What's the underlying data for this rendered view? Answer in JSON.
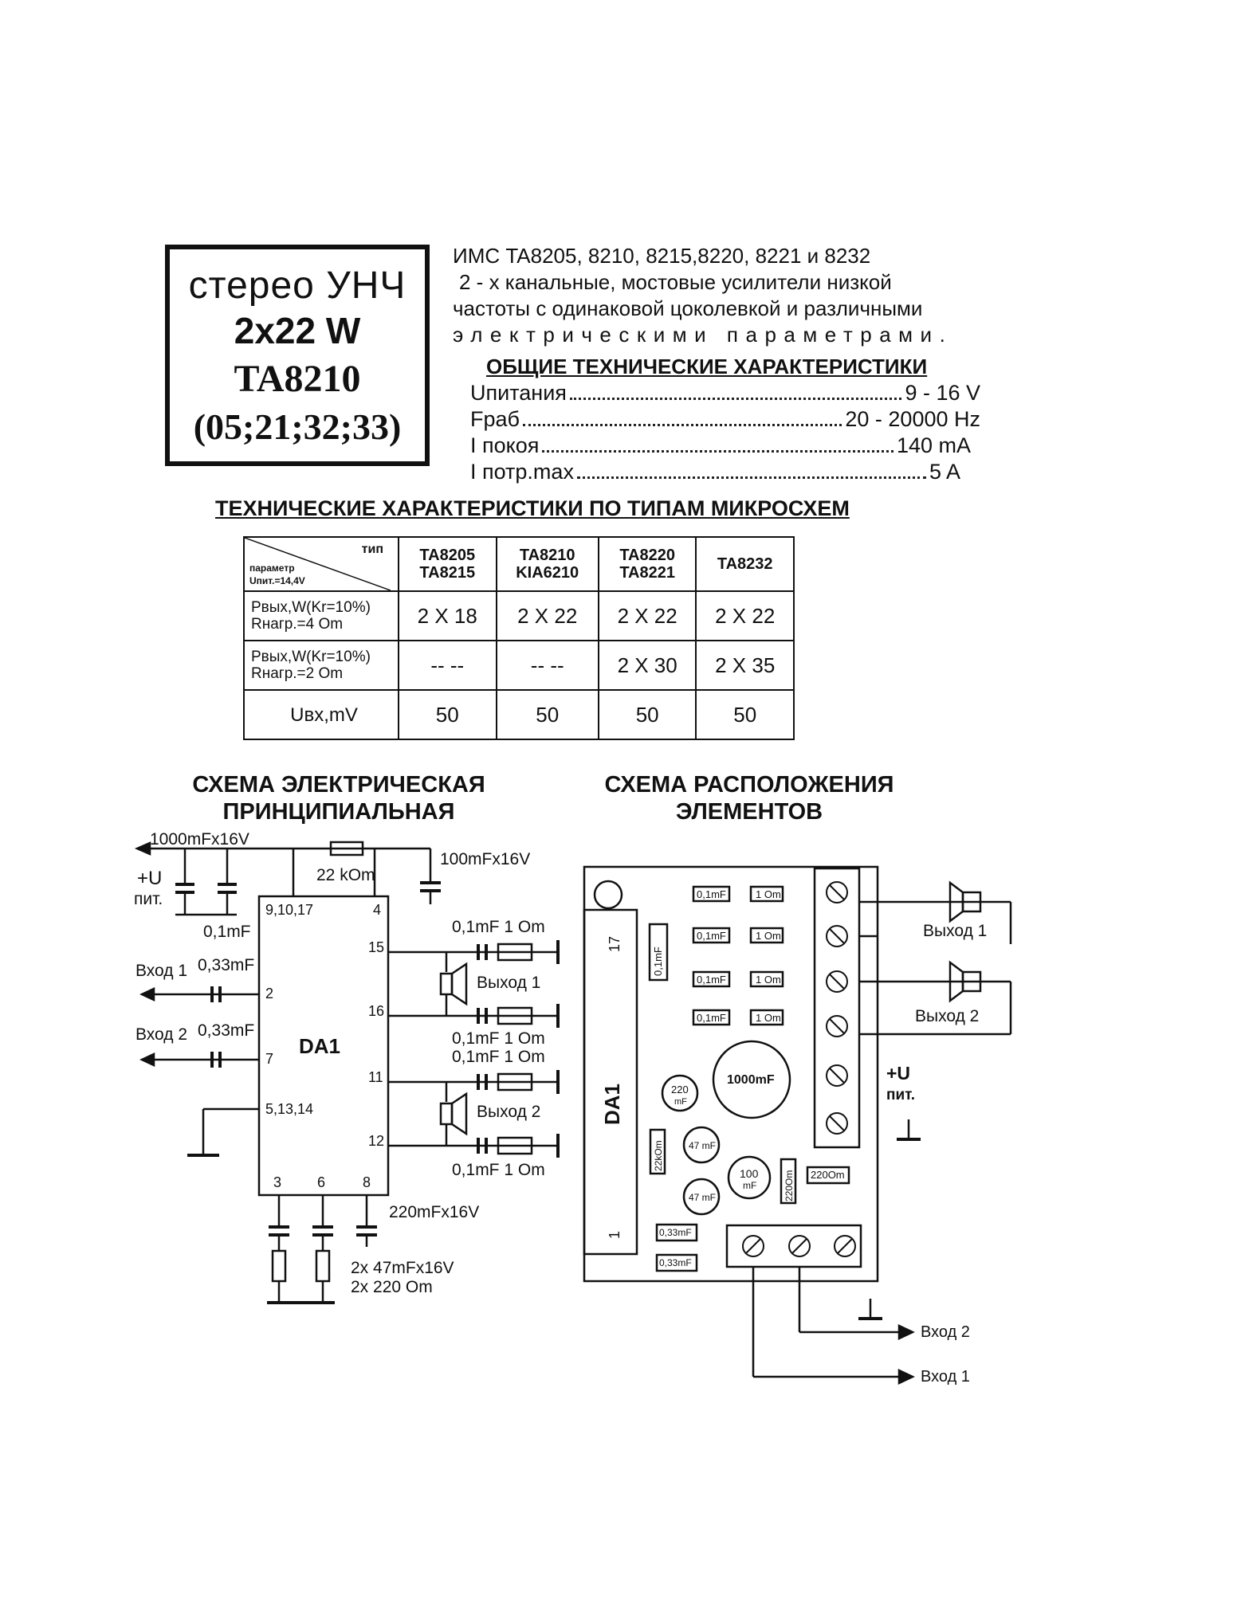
{
  "title_box": {
    "line1": "стерео УНЧ",
    "line2": "2x22 W",
    "line3": "TA8210",
    "line4": "(05;21;32;33)"
  },
  "intro": {
    "line1": "ИМС   TA8205, 8210, 8215,8220, 8221 и 8232",
    "line2": "2 - х канальные, мостовые усилители  низкой",
    "line3": "частоты с одинаковой цоколевкой и различными",
    "line4": "электрическими параметрами."
  },
  "general_specs": {
    "heading": "ОБЩИЕ ТЕХНИЧЕСКИЕ ХАРАКТЕРИСТИКИ",
    "rows": [
      {
        "label": "Uпитания",
        "value": "9 - 16 V"
      },
      {
        "label": "Fраб",
        "value": "20 - 20000 Hz"
      },
      {
        "label": "I покоя",
        "value": "140 mA"
      },
      {
        "label": "I потр.max",
        "value": "5 A"
      }
    ]
  },
  "table": {
    "heading": "ТЕХНИЧЕСКИЕ ХАРАКТЕРИСТИКИ ПО ТИПАМ МИКРОСХЕМ",
    "corner_type": "тип",
    "corner_param": "параметр",
    "corner_u": "Uпит.=14,4V",
    "columns": [
      {
        "line1": "TA8205",
        "line2": "TA8215"
      },
      {
        "line1": "TA8210",
        "line2": "KIA6210"
      },
      {
        "line1": "TA8220",
        "line2": "TA8221"
      },
      {
        "line1": "TA8232",
        "line2": ""
      }
    ],
    "rows": [
      {
        "param1": "Pвых,W(Kr=10%)",
        "param2": "Rнагр.=4 Om",
        "values": [
          "2 X 18",
          "2 X 22",
          "2 X 22",
          "2 X 22"
        ]
      },
      {
        "param1": "Pвых,W(Kr=10%)",
        "param2": "Rнагр.=2 Om",
        "values": [
          "-- --",
          "-- --",
          "2 X 30",
          "2 X 35"
        ]
      },
      {
        "param1": "Uвх,mV",
        "param2": "",
        "values": [
          "50",
          "50",
          "50",
          "50"
        ]
      }
    ]
  },
  "schematic": {
    "title1": "СХЕМА ЭЛЕКТРИЧЕСКАЯ",
    "title2": "ПРИНЦИПИАЛЬНАЯ",
    "c_supply": "1000mFx16V",
    "c_100": "100mFx16V",
    "r_22k": "22 kOm",
    "plus_u": "+U",
    "pit": "пит.",
    "c_01": "0,1mF",
    "pins_top": "9,10,17",
    "pin4": "4",
    "pin15": "15",
    "pin16": "16",
    "pin11": "11",
    "pin12": "12",
    "pin2": "2",
    "pin7": "7",
    "pins_gnd": "5,13,14",
    "pin3": "3",
    "pin6": "6",
    "pin8": "8",
    "ic": "DA1",
    "in1": "Вход 1",
    "in2": "Вход 2",
    "c_in1": "0,33mF",
    "c_in2": "0,33mF",
    "zobel1": "0,1mF 1 Om",
    "zobel2": "0,1mF 1 Om",
    "zobel3": "0,1mF 1 Om",
    "zobel4": "0,1mF 1 Om",
    "out1": "Выход 1",
    "out2": "Выход 2",
    "c_220": "220mFx16V",
    "c_47": "2x 47mFx16V",
    "r_220": "2x 220 Om"
  },
  "layout": {
    "title1": "СХЕМА РАСПОЛОЖЕНИЯ",
    "title2": "ЭЛЕМЕНТОВ",
    "comp_01": "0,1mF",
    "comp_1om": "1 Om",
    "comp_1000": "1000mF",
    "comp_220": "220",
    "comp_220_unit": "mF",
    "comp_47": "47 mF",
    "comp_100": "100",
    "comp_100_unit": "mF",
    "comp_22k": "22kOm",
    "comp_220om_v": "220Om",
    "comp_220om_h": "220Om",
    "comp_033": "0,33mF",
    "ic": "DA1",
    "pin17": "17",
    "pin1": "1",
    "out1": "Выход 1",
    "out2": "Выход 2",
    "plus_u": "+U",
    "pit": "пит.",
    "in1": "Вход 1",
    "in2": "Вход 2"
  }
}
